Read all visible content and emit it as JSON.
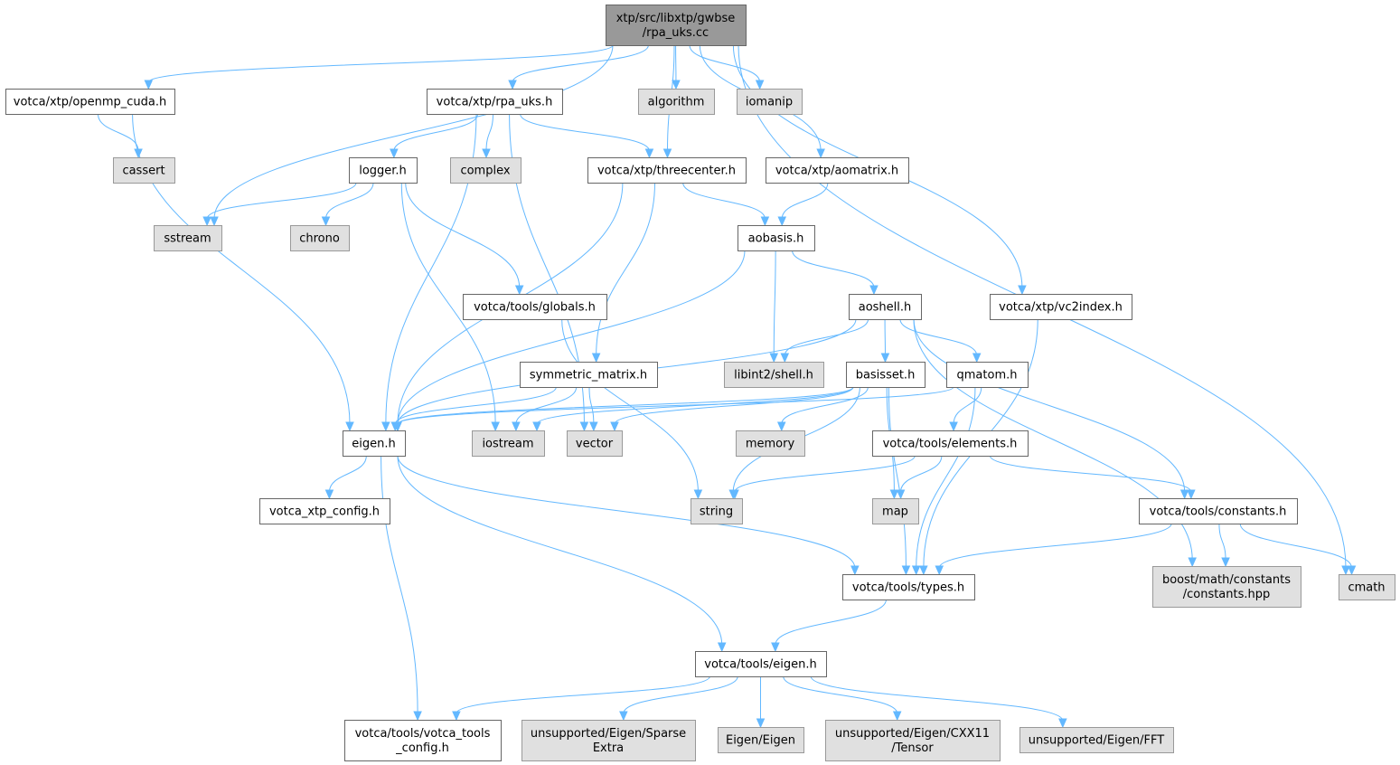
{
  "nodes": [
    {
      "id": "root",
      "lines": [
        "xtp/src/libxtp/gwbse",
        "/rpa_uks.cc"
      ],
      "kind": "root"
    },
    {
      "id": "openmp",
      "lines": [
        "votca/xtp/openmp_cuda.h"
      ],
      "kind": "file"
    },
    {
      "id": "rpa",
      "lines": [
        "votca/xtp/rpa_uks.h"
      ],
      "kind": "file"
    },
    {
      "id": "algorithm",
      "lines": [
        "algorithm"
      ],
      "kind": "sys"
    },
    {
      "id": "iomanip",
      "lines": [
        "iomanip"
      ],
      "kind": "sys"
    },
    {
      "id": "cassert",
      "lines": [
        "cassert"
      ],
      "kind": "sys"
    },
    {
      "id": "logger",
      "lines": [
        "logger.h"
      ],
      "kind": "file"
    },
    {
      "id": "complex",
      "lines": [
        "complex"
      ],
      "kind": "sys"
    },
    {
      "id": "threecenter",
      "lines": [
        "votca/xtp/threecenter.h"
      ],
      "kind": "file"
    },
    {
      "id": "aomatrix",
      "lines": [
        "votca/xtp/aomatrix.h"
      ],
      "kind": "file"
    },
    {
      "id": "sstream",
      "lines": [
        "sstream"
      ],
      "kind": "sys"
    },
    {
      "id": "chrono",
      "lines": [
        "chrono"
      ],
      "kind": "sys"
    },
    {
      "id": "aobasis",
      "lines": [
        "aobasis.h"
      ],
      "kind": "file"
    },
    {
      "id": "globals",
      "lines": [
        "votca/tools/globals.h"
      ],
      "kind": "file"
    },
    {
      "id": "aoshell",
      "lines": [
        "aoshell.h"
      ],
      "kind": "file"
    },
    {
      "id": "vc2index",
      "lines": [
        "votca/xtp/vc2index.h"
      ],
      "kind": "file"
    },
    {
      "id": "symmetric",
      "lines": [
        "symmetric_matrix.h"
      ],
      "kind": "file"
    },
    {
      "id": "libint",
      "lines": [
        "libint2/shell.h"
      ],
      "kind": "sys"
    },
    {
      "id": "basisset",
      "lines": [
        "basisset.h"
      ],
      "kind": "file"
    },
    {
      "id": "qmatom",
      "lines": [
        "qmatom.h"
      ],
      "kind": "file"
    },
    {
      "id": "eigenh",
      "lines": [
        "eigen.h"
      ],
      "kind": "file"
    },
    {
      "id": "iostream",
      "lines": [
        "iostream"
      ],
      "kind": "sys"
    },
    {
      "id": "vector",
      "lines": [
        "vector"
      ],
      "kind": "sys"
    },
    {
      "id": "memory",
      "lines": [
        "memory"
      ],
      "kind": "sys"
    },
    {
      "id": "elements",
      "lines": [
        "votca/tools/elements.h"
      ],
      "kind": "file"
    },
    {
      "id": "xtpconfig",
      "lines": [
        "votca_xtp_config.h"
      ],
      "kind": "file"
    },
    {
      "id": "string",
      "lines": [
        "string"
      ],
      "kind": "sys"
    },
    {
      "id": "map",
      "lines": [
        "map"
      ],
      "kind": "sys"
    },
    {
      "id": "constants",
      "lines": [
        "votca/tools/constants.h"
      ],
      "kind": "file"
    },
    {
      "id": "boostconst",
      "lines": [
        "boost/math/constants",
        "/constants.hpp"
      ],
      "kind": "sys"
    },
    {
      "id": "cmath",
      "lines": [
        "cmath"
      ],
      "kind": "sys"
    },
    {
      "id": "types",
      "lines": [
        "votca/tools/types.h"
      ],
      "kind": "file"
    },
    {
      "id": "toolseigen",
      "lines": [
        "votca/tools/eigen.h"
      ],
      "kind": "file"
    },
    {
      "id": "toolsconfig",
      "lines": [
        "votca/tools/votca_tools",
        "_config.h"
      ],
      "kind": "file"
    },
    {
      "id": "sparse",
      "lines": [
        "unsupported/Eigen/Sparse",
        "Extra"
      ],
      "kind": "sys"
    },
    {
      "id": "eigeneigen",
      "lines": [
        "Eigen/Eigen"
      ],
      "kind": "sys"
    },
    {
      "id": "tensor",
      "lines": [
        "unsupported/Eigen/CXX11",
        "/Tensor"
      ],
      "kind": "sys"
    },
    {
      "id": "fft",
      "lines": [
        "unsupported/Eigen/FFT"
      ],
      "kind": "sys"
    }
  ],
  "edges": [
    [
      "root",
      "openmp"
    ],
    [
      "root",
      "rpa"
    ],
    [
      "root",
      "algorithm"
    ],
    [
      "root",
      "iomanip"
    ],
    [
      "root",
      "sstream"
    ],
    [
      "root",
      "threecenter"
    ],
    [
      "root",
      "aomatrix"
    ],
    [
      "root",
      "vc2index"
    ],
    [
      "root",
      "cmath"
    ],
    [
      "openmp",
      "cassert"
    ],
    [
      "openmp",
      "eigenh"
    ],
    [
      "rpa",
      "logger"
    ],
    [
      "rpa",
      "complex"
    ],
    [
      "rpa",
      "threecenter"
    ],
    [
      "rpa",
      "eigenh"
    ],
    [
      "rpa",
      "vector"
    ],
    [
      "logger",
      "sstream"
    ],
    [
      "logger",
      "chrono"
    ],
    [
      "logger",
      "globals"
    ],
    [
      "logger",
      "iostream"
    ],
    [
      "threecenter",
      "aobasis"
    ],
    [
      "threecenter",
      "symmetric"
    ],
    [
      "threecenter",
      "eigenh"
    ],
    [
      "aomatrix",
      "aobasis"
    ],
    [
      "aobasis",
      "aoshell"
    ],
    [
      "aobasis",
      "libint"
    ],
    [
      "aobasis",
      "eigenh"
    ],
    [
      "globals",
      "string"
    ],
    [
      "aoshell",
      "libint"
    ],
    [
      "aoshell",
      "basisset"
    ],
    [
      "aoshell",
      "qmatom"
    ],
    [
      "aoshell",
      "constants"
    ],
    [
      "aoshell",
      "boostconst"
    ],
    [
      "aoshell",
      "eigenh"
    ],
    [
      "vc2index",
      "types"
    ],
    [
      "symmetric",
      "eigenh"
    ],
    [
      "symmetric",
      "iostream"
    ],
    [
      "symmetric",
      "vector"
    ],
    [
      "basisset",
      "eigenh"
    ],
    [
      "basisset",
      "iostream"
    ],
    [
      "basisset",
      "vector"
    ],
    [
      "basisset",
      "memory"
    ],
    [
      "basisset",
      "string"
    ],
    [
      "basisset",
      "map"
    ],
    [
      "basisset",
      "types"
    ],
    [
      "qmatom",
      "eigenh"
    ],
    [
      "qmatom",
      "elements"
    ],
    [
      "qmatom",
      "types"
    ],
    [
      "eigenh",
      "xtpconfig"
    ],
    [
      "eigenh",
      "types"
    ],
    [
      "eigenh",
      "toolseigen"
    ],
    [
      "eigenh",
      "toolsconfig"
    ],
    [
      "elements",
      "string"
    ],
    [
      "elements",
      "map"
    ],
    [
      "elements",
      "constants"
    ],
    [
      "constants",
      "boostconst"
    ],
    [
      "constants",
      "cmath"
    ],
    [
      "constants",
      "types"
    ],
    [
      "types",
      "toolseigen"
    ],
    [
      "toolseigen",
      "toolsconfig"
    ],
    [
      "toolseigen",
      "sparse"
    ],
    [
      "toolseigen",
      "eigeneigen"
    ],
    [
      "toolseigen",
      "tensor"
    ],
    [
      "toolseigen",
      "fft"
    ]
  ]
}
